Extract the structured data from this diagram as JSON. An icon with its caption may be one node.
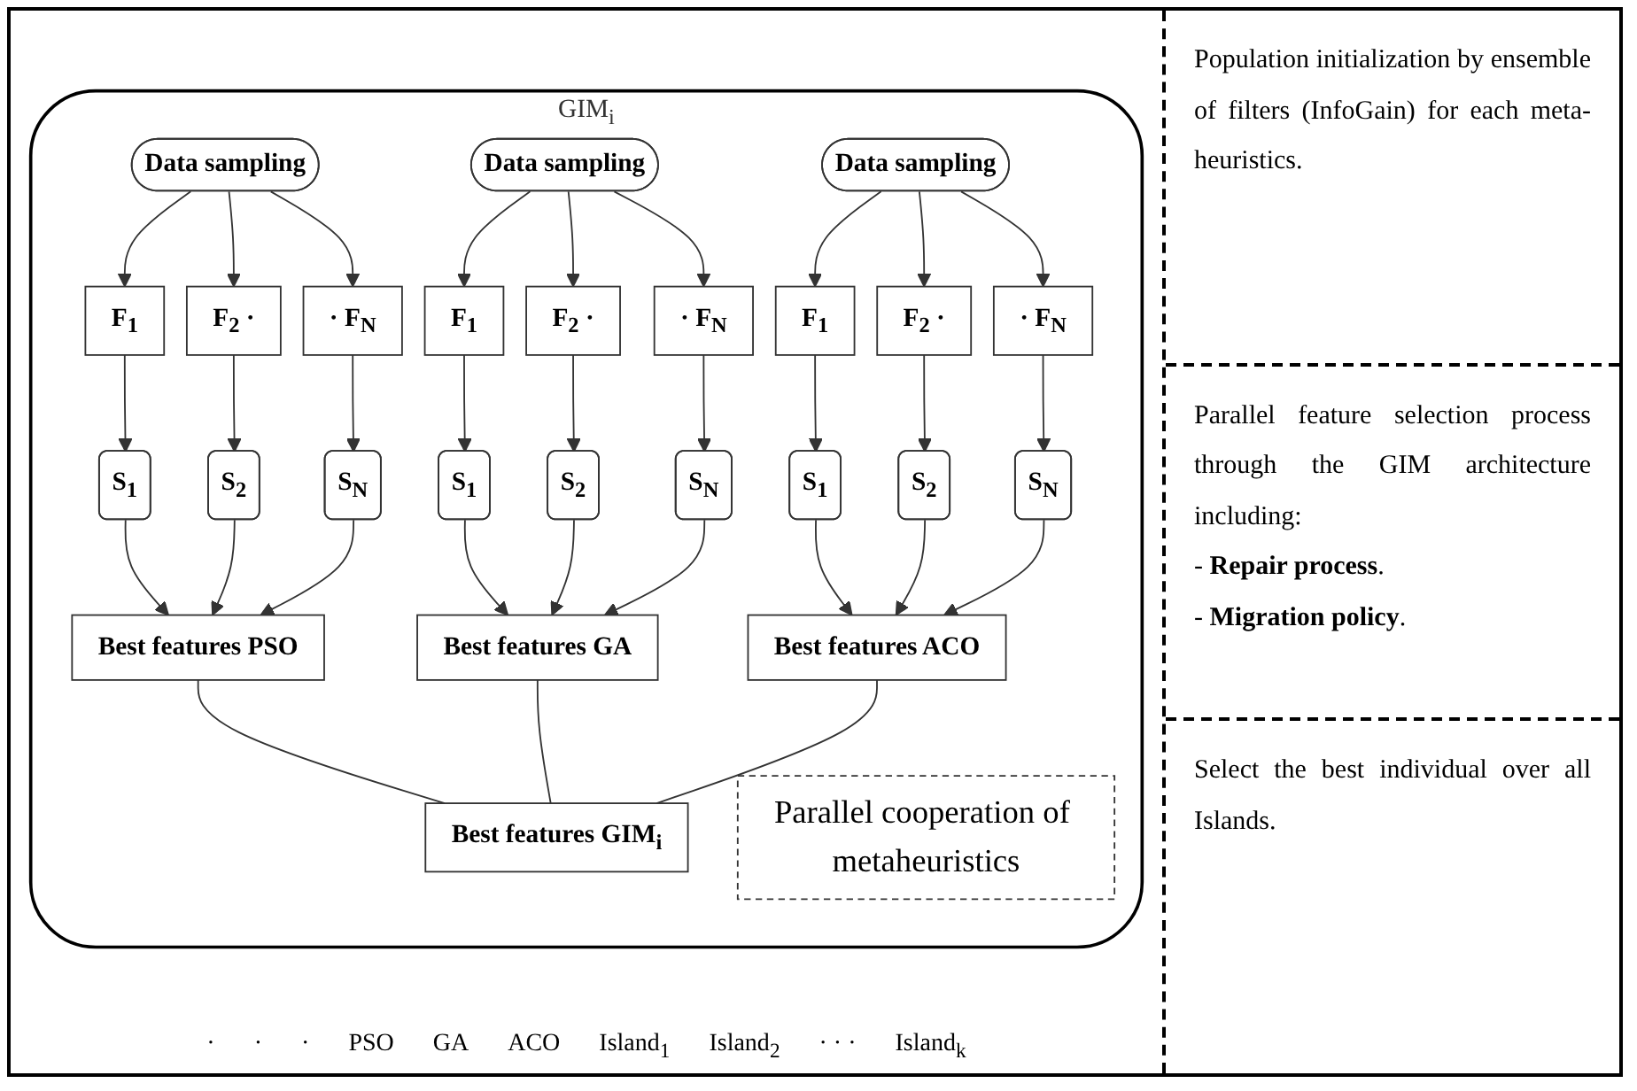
{
  "diagram": {
    "nodes": [
      {
        "text": [
          "GIM$_{i}$"
        ]
      },
      {
        "text": [
          "Data sampling"
        ],
        "in": 0
      },
      {
        "text": [
          "Data sampling"
        ],
        "in": 0
      },
      {
        "text": [
          "Data sampling"
        ],
        "in": 0
      },
      {
        "text": [
          "F$_{1}$"
        ],
        "in": 0
      },
      {
        "text": [
          "F$_{2}$ ·"
        ],
        "in": 0
      },
      {
        "text": [
          "· F$_{N}$"
        ],
        "in": 0
      },
      {
        "text": [
          "F$_{1}$"
        ],
        "in": 0
      },
      {
        "text": [
          "F$_{2}$ ·"
        ],
        "in": 0
      },
      {
        "text": [
          "· F$_{N}$"
        ],
        "in": 0
      },
      {
        "text": [
          "F$_{1}$"
        ],
        "in": 0
      },
      {
        "text": [
          "F$_{2}$ ·"
        ],
        "in": 0
      },
      {
        "text": [
          "· F$_{N}$"
        ],
        "in": 0
      },
      {
        "text": [
          "S$_{1}$"
        ],
        "in": 0
      },
      {
        "text": [
          "S$_{2}$"
        ],
        "in": 0
      },
      {
        "text": [
          "S$_{N}$"
        ],
        "in": 0
      },
      {
        "text": [
          "S$_{1}$"
        ],
        "in": 0
      },
      {
        "text": [
          "S$_{2}$"
        ],
        "in": 0
      },
      {
        "text": [
          "S$_{N}$"
        ],
        "in": 0
      },
      {
        "text": [
          "S$_{1}$"
        ],
        "in": 0
      },
      {
        "text": [
          "S$_{2}$"
        ],
        "in": 0
      },
      {
        "text": [
          "S$_{N}$"
        ],
        "in": 0
      },
      {
        "text": [
          "Parallel cooperation of metaheuristics"
        ],
        "in": 0
      },
      {
        "text": [
          "Best features PSO"
        ],
        "in": 0
      },
      {
        "text": [
          "Best features GA"
        ],
        "in": 0
      },
      {
        "text": [
          "Best features ACO"
        ],
        "in": 0
      },
      {
        "text": [
          "Best features GIM$_{i}$"
        ],
        "in": 0
      }
    ],
    "edges": [
      {
        "from": 1,
        "to": 4,
        "arrow": "to"
      },
      {
        "from": 1,
        "to": 5,
        "arrow": "to"
      },
      {
        "from": 1,
        "to": 6,
        "arrow": "to"
      },
      {
        "from": 2,
        "to": 7,
        "arrow": "to"
      },
      {
        "from": 2,
        "to": 8,
        "arrow": "to"
      },
      {
        "from": 2,
        "to": 9,
        "arrow": "to"
      },
      {
        "from": 3,
        "to": 10,
        "arrow": "to"
      },
      {
        "from": 3,
        "to": 11,
        "arrow": "to"
      },
      {
        "from": 3,
        "to": 12,
        "arrow": "to"
      },
      {
        "from": 4,
        "to": 13,
        "arrow": "to"
      },
      {
        "from": 5,
        "to": 14,
        "arrow": "to"
      },
      {
        "from": 6,
        "to": 15,
        "arrow": "to"
      },
      {
        "from": 7,
        "to": 16,
        "arrow": "to"
      },
      {
        "from": 8,
        "to": 17,
        "arrow": "to"
      },
      {
        "from": 9,
        "to": 18,
        "arrow": "to"
      },
      {
        "from": 10,
        "to": 19,
        "arrow": "to"
      },
      {
        "from": 11,
        "to": 20,
        "arrow": "to"
      },
      {
        "from": 12,
        "to": 21,
        "arrow": "to"
      },
      {
        "from": 13,
        "to": 23,
        "arrow": "to"
      },
      {
        "from": 14,
        "to": 23,
        "arrow": "to"
      },
      {
        "from": 15,
        "to": 23,
        "arrow": "to"
      },
      {
        "from": 16,
        "to": 24,
        "arrow": "to"
      },
      {
        "from": 17,
        "to": 24,
        "arrow": "to"
      },
      {
        "from": 18,
        "to": 24,
        "arrow": "to"
      },
      {
        "from": 19,
        "to": 25,
        "arrow": "to"
      },
      {
        "from": 20,
        "to": 25,
        "arrow": "to"
      },
      {
        "from": 21,
        "to": 25,
        "arrow": "to"
      },
      {
        "from": 23,
        "to": 26,
        "arrow": "none"
      },
      {
        "from": 24,
        "to": 26,
        "arrow": "none"
      },
      {
        "from": 25,
        "to": 26,
        "arrow": "none"
      }
    ],
    "labels": [
      "·",
      "·",
      "·",
      "Population initialization by ensemble of filters (InfoGain) for each meta-heuristics.",
      "PSO",
      "GA",
      "ACO",
      "Parallel feature selection process through the GIM architecture including:",
      "- **Repair process**.",
      "- **Migration policy**.",
      "Island$_{1}$",
      "Island$_{2}$",
      "· · ·",
      "Island$_{k}$",
      "Select the best individual over all Islands."
    ]
  }
}
